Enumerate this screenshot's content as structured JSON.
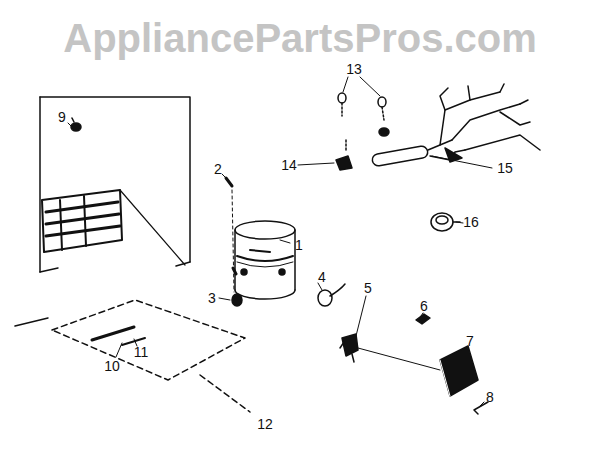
{
  "diagram": {
    "labels": [
      "AppliancePartsPros.com",
      "9",
      "2",
      "1",
      "3",
      "4",
      "5",
      "6",
      "7",
      "8",
      "10",
      "11",
      "12",
      "13",
      "14",
      "15",
      "16"
    ]
  }
}
